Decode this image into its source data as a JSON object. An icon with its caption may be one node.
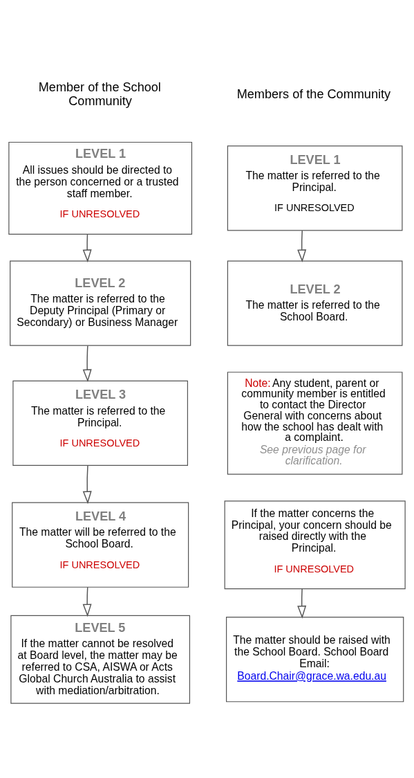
{
  "diagram": {
    "nodes": [
      {
        "text": [
          "LEVEL 1",
          "All issues should be directed to the person concerned or a trusted staff member.",
          "IF UNRESOLVED"
        ]
      },
      {
        "text": [
          "LEVEL 2",
          "The matter is referred to the Deputy Principal (Primary or Secondary) or Business Manager"
        ]
      },
      {
        "text": [
          "LEVEL 3",
          "The matter is referred to the Principal.",
          "IF UNRESOLVED"
        ]
      },
      {
        "text": [
          "LEVEL 4",
          "The matter will be referred to the School Board.",
          "IF UNRESOLVED"
        ]
      },
      {
        "text": [
          "LEVEL 5",
          "If the matter cannot be resolved at Board level, the matter may be referred to CSA, AISWA or Acts Global Church Australia to assist with mediation/arbitration."
        ]
      },
      {
        "text": [
          "LEVEL 1",
          "The matter is referred to the Principal.",
          "IF UNRESOLVED"
        ]
      },
      {
        "text": [
          "LEVEL 2",
          "The matter is referred to the School Board."
        ]
      },
      {
        "text": [
          "Note:",
          "Any student, parent or community member is entitled to contact the Director General with concerns about how the school has dealt with a complaint.",
          "See previous page for clarification."
        ]
      },
      {
        "text": [
          "If the matter concerns the Principal, your concern should be raised directly with the Principal.",
          "IF UNRESOLVED"
        ]
      },
      {
        "text": [
          "The matter should be raised with the School Board. School Board Email:",
          "Board.Chair@grace.wa.edu.au"
        ]
      }
    ],
    "edges": [
      {
        "from": 0,
        "to": 1,
        "arrow": "to"
      },
      {
        "from": 1,
        "to": 2,
        "arrow": "to"
      },
      {
        "from": 2,
        "to": 3,
        "arrow": "to"
      },
      {
        "from": 3,
        "to": 4,
        "arrow": "to"
      },
      {
        "from": 5,
        "to": 6,
        "arrow": "to"
      },
      {
        "from": 8,
        "to": 9,
        "arrow": "to"
      }
    ],
    "labels": [
      "Member of the School Community",
      "Members of the Community"
    ]
  }
}
